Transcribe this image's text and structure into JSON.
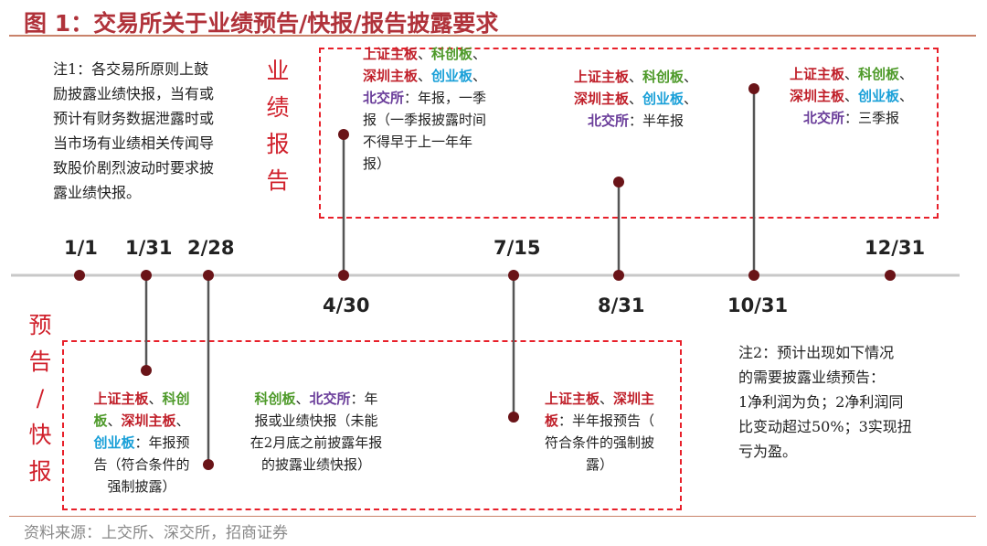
{
  "title": "图 1：交易所关于业绩预告/快报/报告披露要求",
  "label_top": [
    "业",
    "绩",
    "报",
    "告"
  ],
  "label_bottom": [
    "预",
    "告",
    "/",
    "快",
    "报"
  ],
  "note1": [
    "注1：各交易所原则上鼓",
    "励披露业绩快报，当有或",
    "预计有财务数据泄露时或",
    "当市场有业绩相关传闻导",
    "致股价剧烈波动时要求披",
    "露业绩快报。"
  ],
  "note2": [
    "注2：预计出现如下情况",
    "的需要披露业绩预告：",
    "1净利润为负；2净利润同",
    "比变动超过50%；3实现扭",
    "亏为盈。"
  ],
  "dates": {
    "d0101": "1/1",
    "d0131": "1/31",
    "d0228": "2/28",
    "d0430": "4/30",
    "d0715": "7/15",
    "d0831": "8/31",
    "d1031": "10/31",
    "d1231": "12/31"
  },
  "blocks": {
    "top_430": {
      "l1": [
        "上证主板",
        "、",
        "科创板",
        "、"
      ],
      "l2": [
        "深圳主板",
        "、",
        "创业板",
        "、"
      ],
      "l3": [
        "北交所",
        "：年报，一季"
      ],
      "l4": "报（一季报披露时间",
      "l5": "不得早于上一年年",
      "l6": "报）"
    },
    "top_831": {
      "l1": [
        "上证主板",
        "、",
        "科创板",
        "、"
      ],
      "l2": [
        "深圳主板",
        "、",
        "创业板",
        "、"
      ],
      "l3": [
        "北交所",
        "：半年报"
      ]
    },
    "top_1031": {
      "l1": [
        "上证主板",
        "、",
        "科创板",
        "、"
      ],
      "l2": [
        "深圳主板",
        "、",
        "创业板",
        "、"
      ],
      "l3": [
        "北交所",
        "：三季报"
      ]
    },
    "bot_131": {
      "l1": [
        "上证主板",
        "、",
        "科创"
      ],
      "l2": [
        "板",
        "、",
        "深圳主板",
        "、"
      ],
      "l3": [
        "创业板",
        "：年报预"
      ],
      "l4": "告（符合条件的",
      "l5": "强制披露）"
    },
    "bot_228": {
      "l1": [
        "科创板",
        "、",
        "北交所",
        "：年"
      ],
      "l2": "报或业绩快报（未能",
      "l3": "在2月底之前披露年报",
      "l4": "的披露业绩快报）"
    },
    "bot_715": {
      "l1": [
        "上证主板",
        "、",
        "深圳主"
      ],
      "l2": [
        "板",
        "：半年报预告（"
      ],
      "l3": "符合条件的强制披",
      "l4": "露）"
    }
  },
  "source": "资料来源：上交所、深交所，招商证券",
  "colors": {
    "title": "#b0323a",
    "dash": "#e8202a",
    "axis": "#c8c8c8",
    "dot": "#6a1418",
    "stem": "#555555"
  }
}
